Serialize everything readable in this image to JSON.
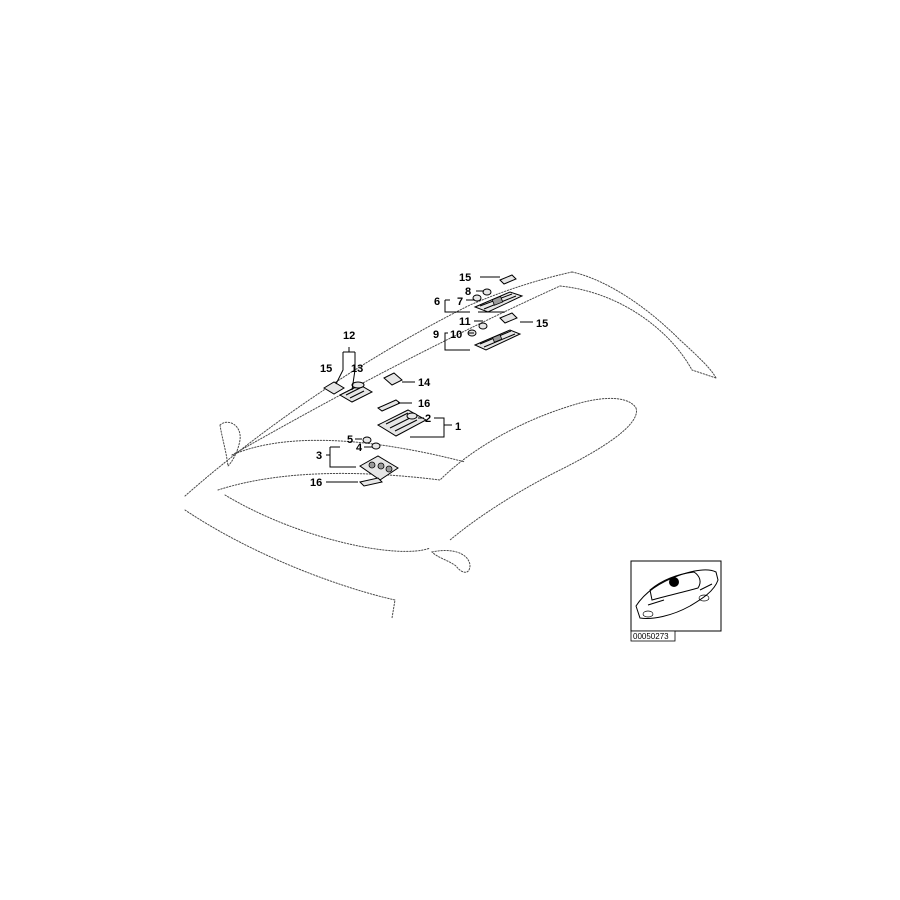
{
  "callouts": {
    "c1": "1",
    "c2": "2",
    "c3": "3",
    "c4": "4",
    "c5": "5",
    "c6": "6",
    "c7": "7",
    "c8": "8",
    "c9": "9",
    "c10": "10",
    "c11": "11",
    "c12": "12",
    "c13": "13",
    "c14": "14",
    "c15_top": "15",
    "c15_right": "15",
    "c15_left": "15",
    "c16_mid": "16",
    "c16_low": "16"
  },
  "inset": {
    "reference": "00050273"
  }
}
